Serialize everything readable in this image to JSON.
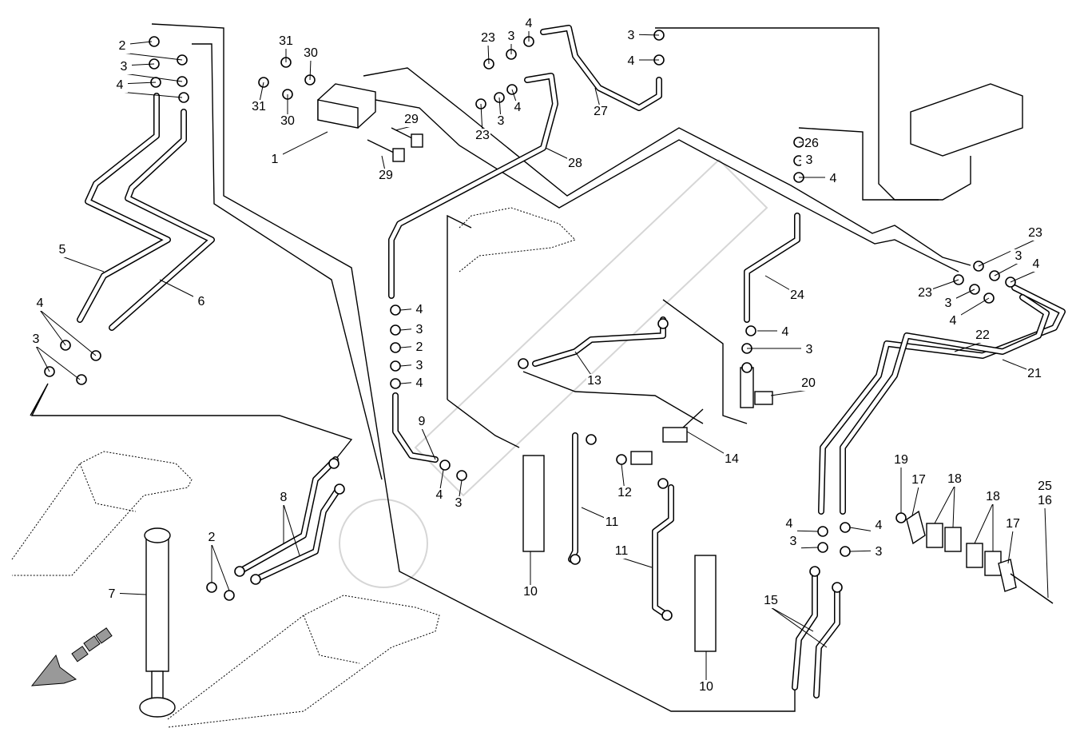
{
  "diagram": {
    "type": "hydraulic-parts-exploded-view",
    "callouts": [
      "2",
      "3",
      "4",
      "31",
      "30",
      "31",
      "30",
      "1",
      "23",
      "3",
      "4",
      "3",
      "4",
      "27",
      "23",
      "3",
      "4",
      "29",
      "29",
      "28",
      "26",
      "3",
      "4",
      "23",
      "3",
      "4",
      "23",
      "3",
      "4",
      "22",
      "21",
      "24",
      "4",
      "3",
      "20",
      "13",
      "14",
      "5",
      "6",
      "4",
      "3",
      "4",
      "3",
      "2",
      "3",
      "4",
      "9",
      "4",
      "3",
      "12",
      "11",
      "11",
      "10",
      "10",
      "8",
      "2",
      "7",
      "4",
      "3",
      "4",
      "3",
      "15",
      "19",
      "17",
      "18",
      "18",
      "17",
      "25",
      "16"
    ]
  }
}
